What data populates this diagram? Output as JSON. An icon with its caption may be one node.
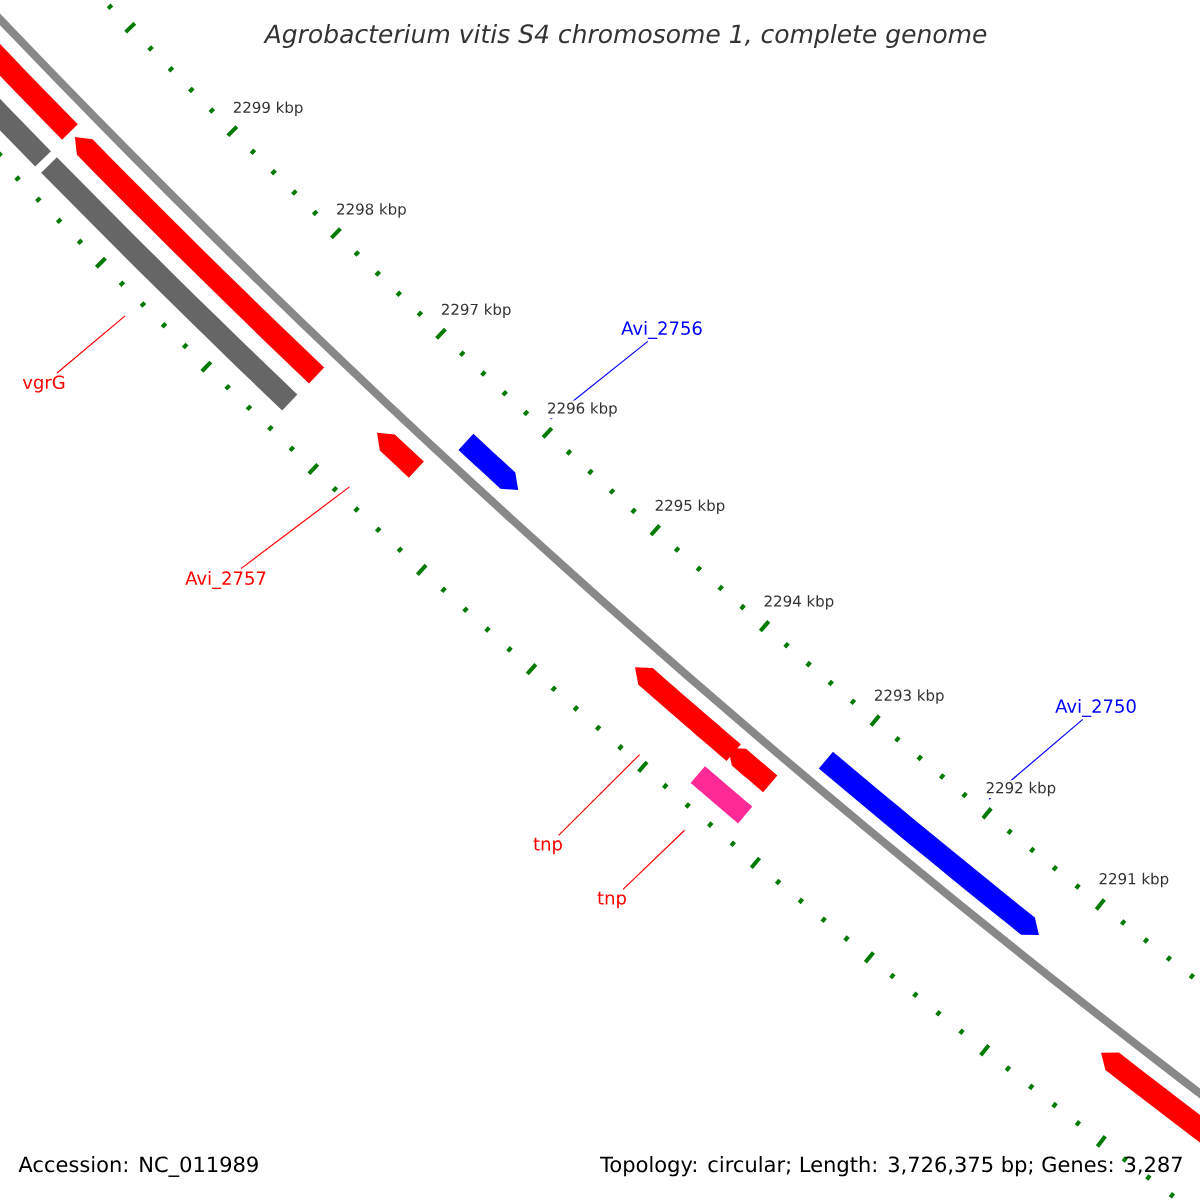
{
  "diagram": {
    "title": "Agrobacterium vitis S4 chromosome 1, complete genome",
    "nodes": [
      {
        "text": [
          "Avi_2756"
        ]
      },
      {
        "text": [
          "vgrG"
        ]
      },
      {
        "text": [
          "Avi_2757"
        ]
      },
      {
        "text": [
          "Avi_2750"
        ]
      },
      {
        "text": [
          "tnp"
        ]
      },
      {
        "text": [
          "tnp"
        ]
      },
      {
        "text": [],
        "shape": "arrow"
      },
      {
        "text": [],
        "shape": "box"
      },
      {
        "text": [],
        "shape": "box"
      },
      {
        "text": [],
        "shape": "arrow"
      },
      {
        "text": [],
        "shape": "arrow"
      },
      {
        "text": [],
        "shape": "arrow"
      },
      {
        "text": [],
        "shape": "arrow"
      },
      {
        "text": [],
        "shape": "arrow"
      },
      {
        "text": [],
        "shape": "box"
      },
      {
        "text": [],
        "shape": "arrow"
      },
      {
        "text": [],
        "shape": "arrow"
      }
    ],
    "edges": [
      {
        "from": 0,
        "to": 11,
        "arrow": "none",
        "color": "#0000ff"
      },
      {
        "from": 1,
        "to": 9,
        "arrow": "none"
      },
      {
        "from": 2,
        "to": 10,
        "arrow": "none"
      },
      {
        "from": 3,
        "to": 15,
        "arrow": "none",
        "color": "#0000ff"
      },
      {
        "from": 4,
        "to": 12,
        "arrow": "none"
      },
      {
        "from": 5,
        "to": 14,
        "arrow": "none"
      }
    ],
    "labels": [
      "2299 kbp",
      "2298 kbp",
      "2297 kbp",
      "2296 kbp",
      "2295 kbp",
      "2294 kbp",
      "2293 kbp",
      "2292 kbp",
      "2291 kbp",
      "Accession: NC_011989",
      "Topology: circular; Length: 3,726,375 bp; Genes: 3,287"
    ]
  }
}
